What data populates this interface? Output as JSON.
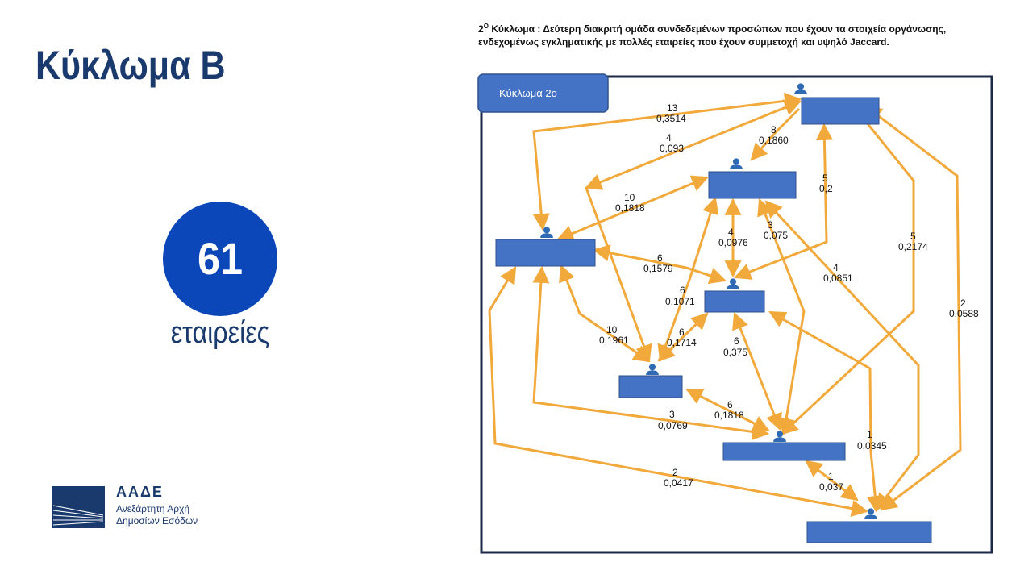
{
  "slide": {
    "title": "Κύκλωμα Β",
    "count": "61",
    "count_label": "εταιρείες"
  },
  "logo": {
    "name": "ΑΑΔΕ",
    "line1": "Ανεξάρτητη Αρχή",
    "line2": "Δημοσίων Εσόδων"
  },
  "description": {
    "number": "2",
    "superscript": "Ο",
    "text": " Κύκλωμα : Δεύτερη  διακριτή ομάδα συνδεδεμένων προσώπων που έχουν τα στοιχεία οργάνωσης, ενδεχομένως εγκληματικής με πολλές εταιρείες που έχουν συμμετοχή και υψηλό Jaccard."
  },
  "diagram": {
    "label": "Κύκλωμα 2ο",
    "colors": {
      "edge": "#f2a93b",
      "node": "#4472c4",
      "person": "#2f6bb5",
      "label_bg": "#4472c4"
    },
    "edge_labels": [
      {
        "count": "13",
        "jaccard": "0,3514"
      },
      {
        "count": "4",
        "jaccard": "0,093"
      },
      {
        "count": "8",
        "jaccard": "0,1860"
      },
      {
        "count": "10",
        "jaccard": "0,1818"
      },
      {
        "count": "5",
        "jaccard": "0,2"
      },
      {
        "count": "4",
        "jaccard": "0,0976"
      },
      {
        "count": "3",
        "jaccard": "0,075"
      },
      {
        "count": "6",
        "jaccard": "0,1579"
      },
      {
        "count": "5",
        "jaccard": "0,2174"
      },
      {
        "count": "4",
        "jaccard": "0,0851"
      },
      {
        "count": "6",
        "jaccard": "0,1071"
      },
      {
        "count": "2",
        "jaccard": "0,0588"
      },
      {
        "count": "10",
        "jaccard": "0,1961"
      },
      {
        "count": "6",
        "jaccard": "0,1714"
      },
      {
        "count": "6",
        "jaccard": "0,375"
      },
      {
        "count": "6",
        "jaccard": "0,1818"
      },
      {
        "count": "3",
        "jaccard": "0,0769"
      },
      {
        "count": "1",
        "jaccard": "0,0345"
      },
      {
        "count": "2",
        "jaccard": "0,0417"
      },
      {
        "count": "1",
        "jaccard": "0,037"
      }
    ]
  }
}
